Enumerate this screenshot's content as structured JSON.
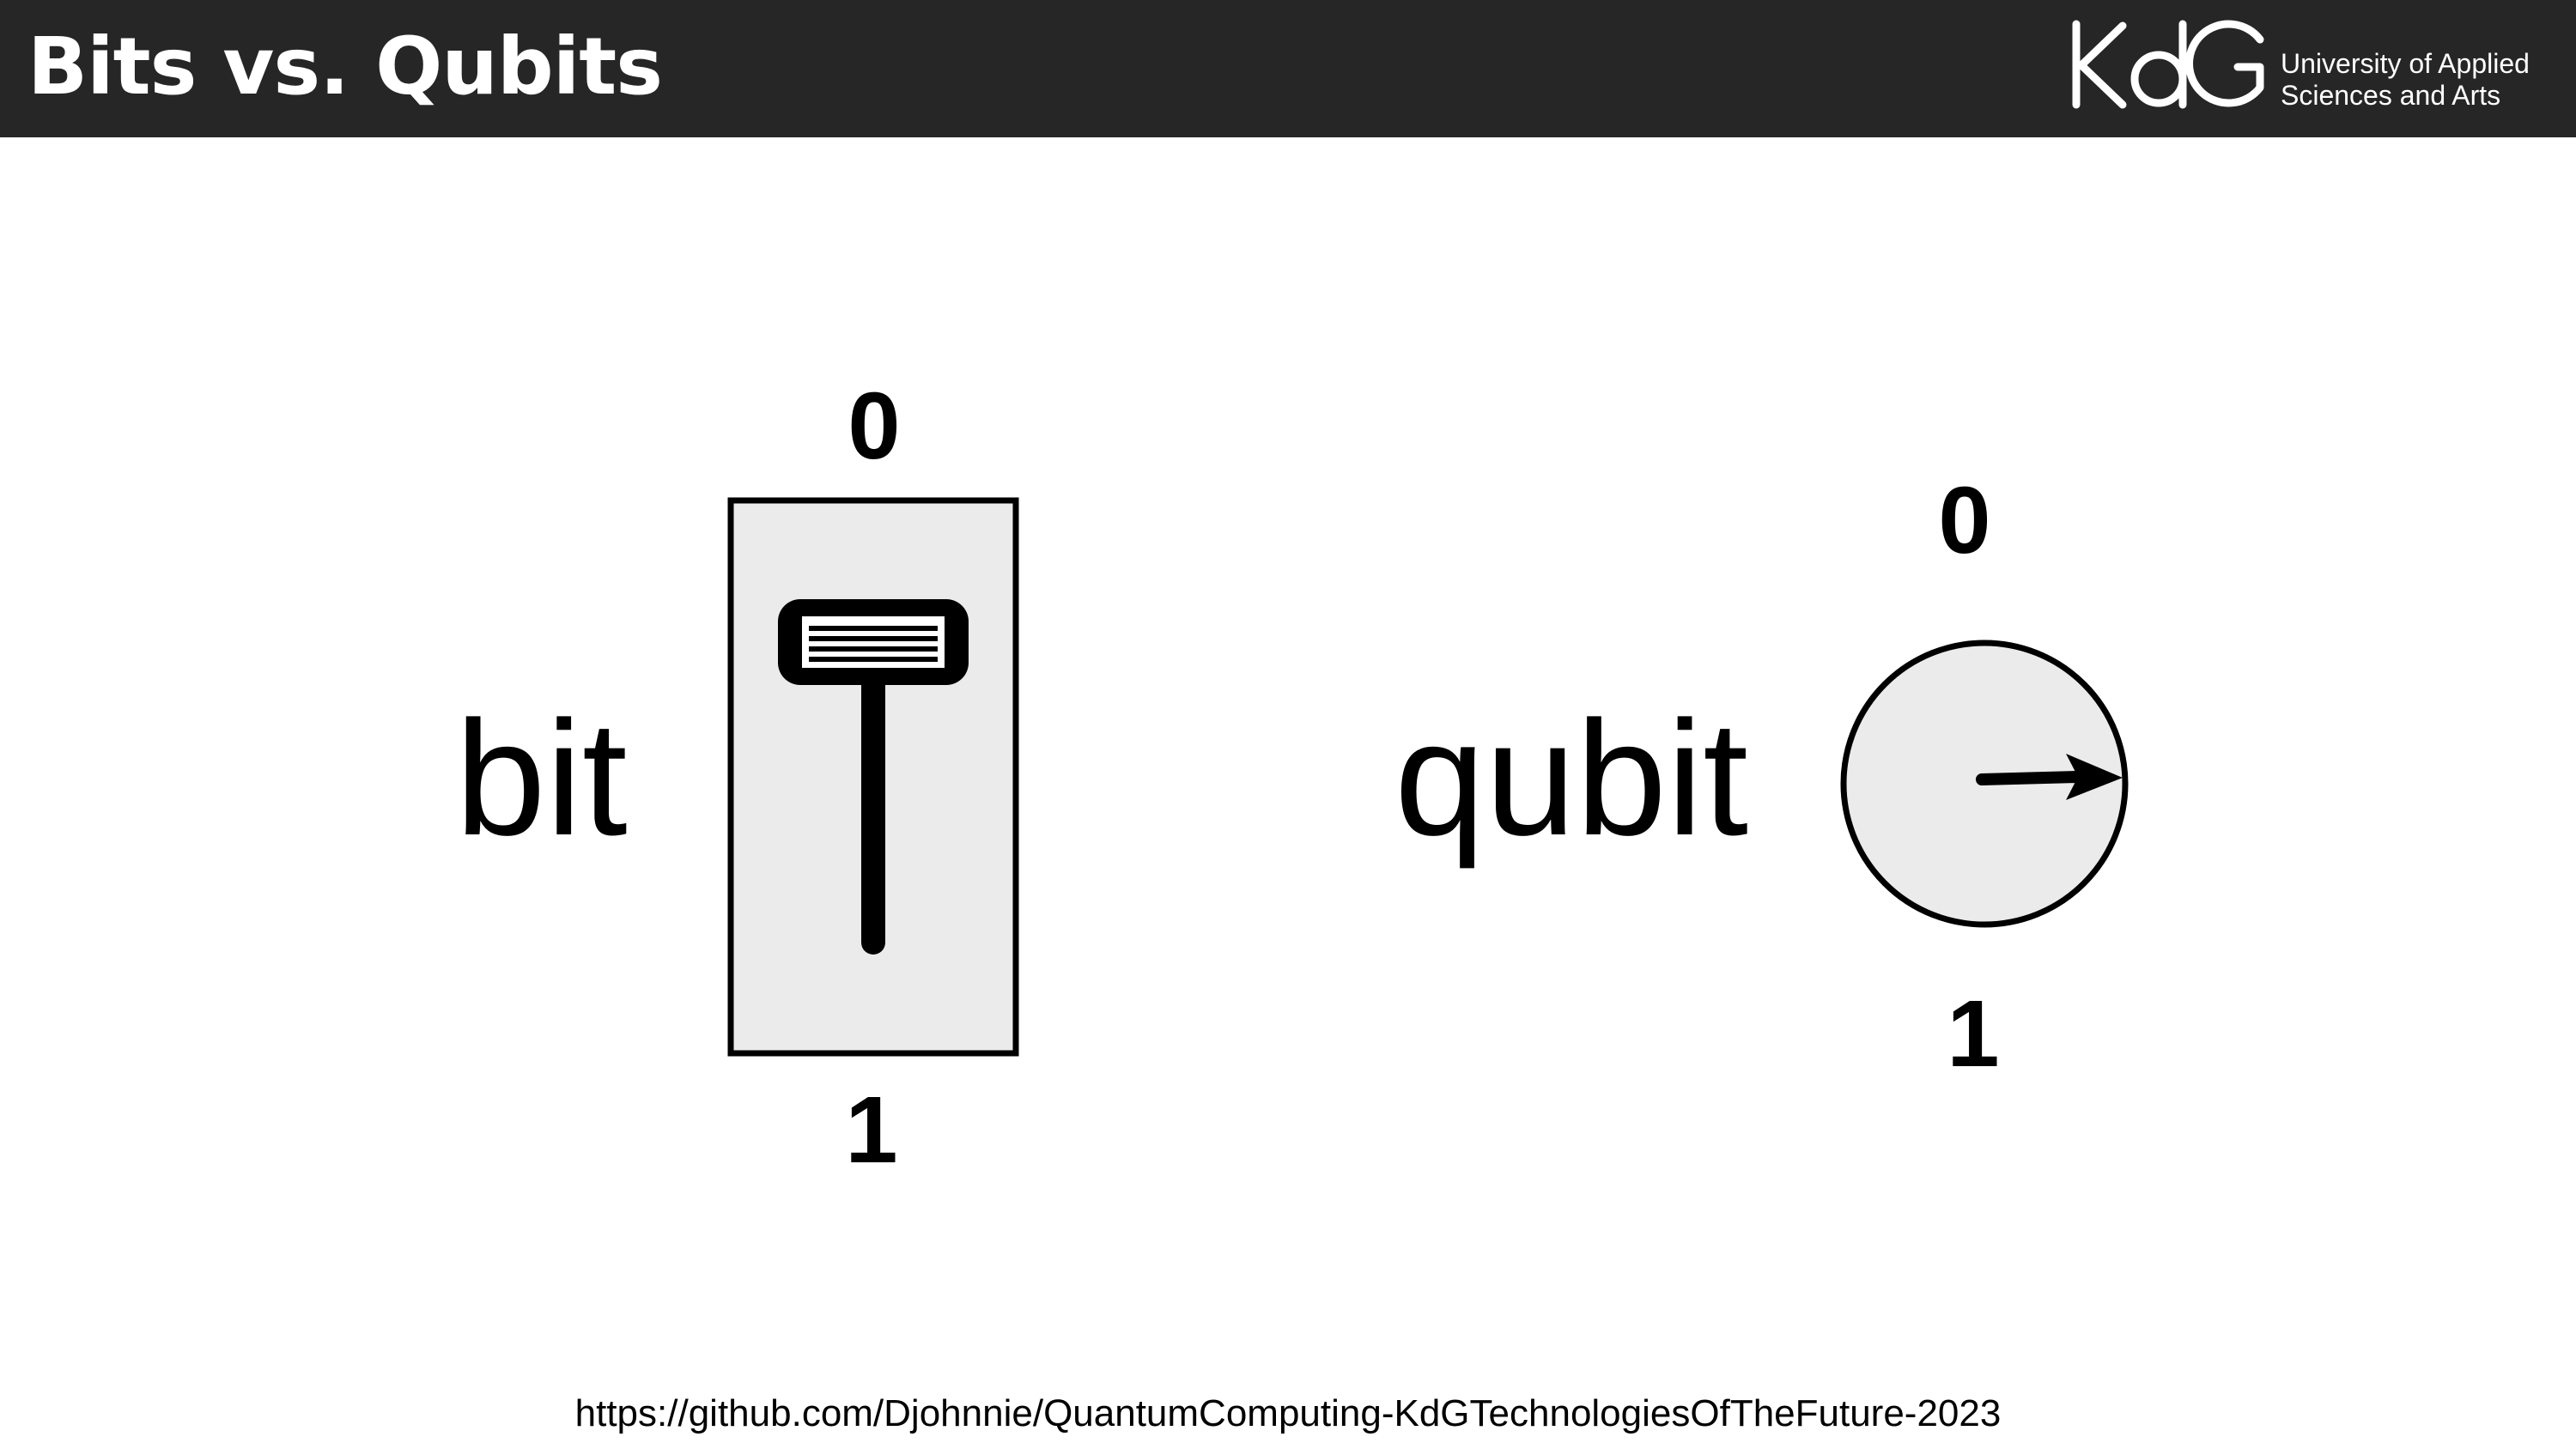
{
  "header": {
    "title": "Bits vs. Qubits",
    "logo": {
      "mark": "KdG",
      "line1": "University of Applied",
      "line2": "Sciences and Arts"
    }
  },
  "bit": {
    "label": "bit",
    "top_state": "0",
    "bottom_state": "1",
    "icon": "lever-switch-icon"
  },
  "qubit": {
    "label": "qubit",
    "top_state": "0",
    "bottom_state": "1",
    "icon": "dial-arrow-icon"
  },
  "footer": {
    "link": "https://github.com/Djohnnie/QuantumComputing-KdGTechnologiesOfTheFuture-2023"
  },
  "colors": {
    "header_bg": "#262626",
    "panel_fill": "#ebebeb",
    "ink": "#000000"
  }
}
